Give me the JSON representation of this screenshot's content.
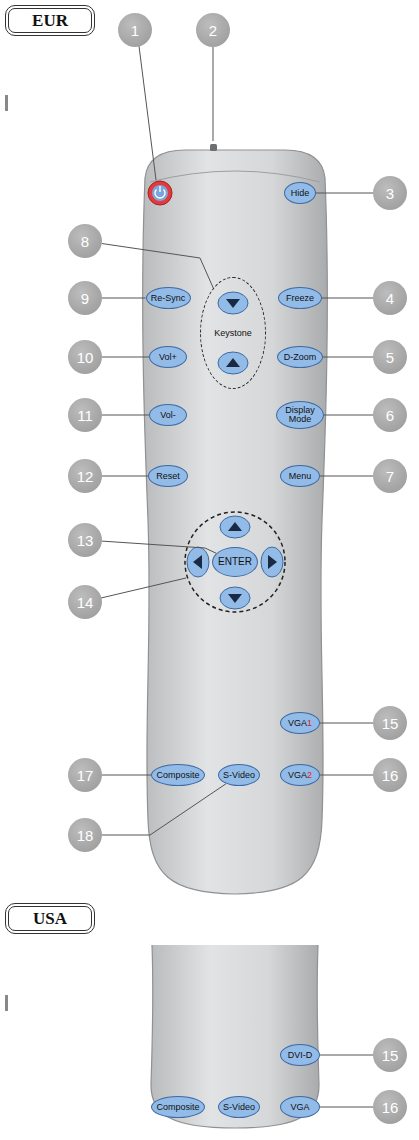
{
  "diagram": {
    "nodes": [
      {
        "text": [
          "EUR"
        ]
      },
      {
        "text": [
          "1"
        ]
      },
      {
        "text": [
          "2"
        ]
      },
      {
        "text": [
          "3"
        ]
      },
      {
        "text": [
          "Hide"
        ]
      },
      {
        "text": [
          "8"
        ]
      },
      {
        "text": [
          "Keystone"
        ]
      },
      {
        "text": [
          "9"
        ]
      },
      {
        "text": [
          "Re-Sync"
        ]
      },
      {
        "text": [
          "Freeze"
        ]
      },
      {
        "text": [
          "4"
        ]
      },
      {
        "text": [
          "10"
        ]
      },
      {
        "text": [
          "Vol+"
        ]
      },
      {
        "text": [
          "D-Zoom"
        ]
      },
      {
        "text": [
          "5"
        ]
      },
      {
        "text": [
          "11"
        ]
      },
      {
        "text": [
          "Vol-"
        ]
      },
      {
        "text": [
          "Display Mode"
        ]
      },
      {
        "text": [
          "6"
        ]
      },
      {
        "text": [
          "12"
        ]
      },
      {
        "text": [
          "Reset"
        ]
      },
      {
        "text": [
          "Menu"
        ]
      },
      {
        "text": [
          "7"
        ]
      },
      {
        "text": [
          "13"
        ]
      },
      {
        "text": [
          "ENTER"
        ]
      },
      {
        "text": [
          "14"
        ]
      },
      {
        "text": [
          "VGA",
          "1"
        ]
      },
      {
        "text": [
          "15"
        ]
      },
      {
        "text": [
          "17"
        ]
      },
      {
        "text": [
          "Composite"
        ]
      },
      {
        "text": [
          "S-Video"
        ]
      },
      {
        "text": [
          "VGA",
          "2"
        ]
      },
      {
        "text": [
          "16"
        ]
      },
      {
        "text": [
          "18"
        ]
      },
      {
        "text": [
          "USA"
        ]
      },
      {
        "text": [
          "DVI-D"
        ]
      },
      {
        "text": [
          "15"
        ]
      },
      {
        "text": [
          "Composite"
        ]
      },
      {
        "text": [
          "S-Video"
        ]
      },
      {
        "text": [
          "VGA"
        ]
      },
      {
        "text": [
          "16"
        ]
      }
    ],
    "edges": [
      {
        "from": 3,
        "to": 4,
        "arrow": "none"
      },
      {
        "from": 5,
        "to": 6,
        "arrow": "none"
      },
      {
        "from": 7,
        "to": 8,
        "arrow": "none"
      },
      {
        "from": 10,
        "to": 9,
        "arrow": "none"
      },
      {
        "from": 11,
        "to": 12,
        "arrow": "none"
      },
      {
        "from": 14,
        "to": 13,
        "arrow": "none"
      },
      {
        "from": 15,
        "to": 16,
        "arrow": "none"
      },
      {
        "from": 18,
        "to": 17,
        "arrow": "none"
      },
      {
        "from": 19,
        "to": 20,
        "arrow": "none"
      },
      {
        "from": 22,
        "to": 21,
        "arrow": "none"
      },
      {
        "from": 23,
        "to": 24,
        "arrow": "none"
      },
      {
        "from": 27,
        "to": 26,
        "arrow": "none"
      },
      {
        "from": 28,
        "to": 29,
        "arrow": "none"
      },
      {
        "from": 32,
        "to": 31,
        "arrow": "none"
      },
      {
        "from": 33,
        "to": 30,
        "arrow": "none"
      },
      {
        "from": 36,
        "to": 35,
        "arrow": "none"
      },
      {
        "from": 40,
        "to": 39,
        "arrow": "none"
      }
    ]
  }
}
